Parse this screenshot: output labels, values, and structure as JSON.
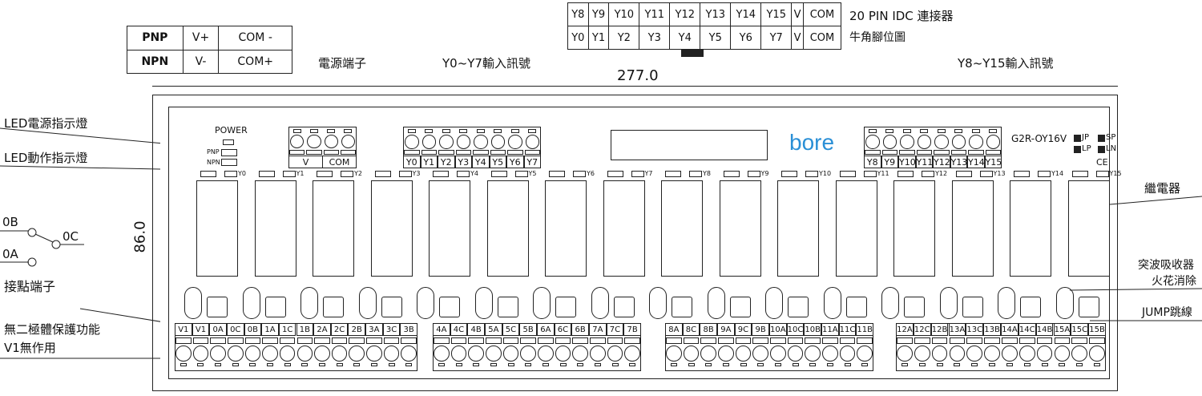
{
  "mode_table": {
    "rows": [
      [
        "PNP",
        "V+",
        "COM -"
      ],
      [
        "NPN",
        "V-",
        "COM+"
      ]
    ]
  },
  "idc_table": {
    "rows": [
      [
        "Y8",
        "Y9",
        "Y10",
        "Y11",
        "Y12",
        "Y13",
        "Y14",
        "Y15",
        "V",
        "COM"
      ],
      [
        "Y0",
        "Y1",
        "Y2",
        "Y3",
        "Y4",
        "Y5",
        "Y6",
        "Y7",
        "V",
        "COM"
      ]
    ]
  },
  "labels": {
    "idc_title": "20 PIN IDC 連接器",
    "idc_sub": "牛角腳位圖",
    "power_terminal": "電源端子",
    "y0_y7": "Y0~Y7輸入訊號",
    "y8_y15": "Y8~Y15輸入訊號",
    "width_dim": "277.0",
    "height_dim": "86.0",
    "led_power": "LED電源指示燈",
    "led_action": "LED動作指示燈",
    "contact_0b": "0B",
    "contact_0c": "0C",
    "contact_0a": "0A",
    "contact_terminal": "接點端子",
    "no_diode": "無二極體保護功能",
    "v1_note": "V1無作用",
    "relay": "繼電器",
    "surge1": "突波吸收器",
    "surge2": "火花消除",
    "jump": "JUMP跳線"
  },
  "board": {
    "power": "POWER",
    "pnp": "PNP",
    "npn": "NPN",
    "model": "G2R-OY16V",
    "brand": "bore",
    "brand_color": "#2a8fd6",
    "indicators": [
      "JP",
      "SP",
      "LP",
      "LN"
    ],
    "ce": "CE",
    "power_terms": [
      "V",
      "COM"
    ],
    "input_a": [
      "Y0",
      "Y1",
      "Y2",
      "Y3",
      "Y4",
      "Y5",
      "Y6",
      "Y7"
    ],
    "input_b": [
      "Y8",
      "Y9",
      "Y10",
      "Y11",
      "Y12",
      "Y13",
      "Y14",
      "Y15"
    ],
    "led_labels": [
      "Y0",
      "Y1",
      "Y2",
      "Y3",
      "Y4",
      "Y5",
      "Y6",
      "Y7",
      "Y8",
      "Y9",
      "Y10",
      "Y11",
      "Y12",
      "Y13",
      "Y14",
      "Y15"
    ],
    "out_blocks": [
      [
        "V1",
        "V1",
        "0A",
        "0C",
        "0B",
        "1A",
        "1C",
        "1B",
        "2A",
        "2C",
        "2B",
        "3A",
        "3C",
        "3B"
      ],
      [
        "4A",
        "4C",
        "4B",
        "5A",
        "5C",
        "5B",
        "6A",
        "6C",
        "6B",
        "7A",
        "7C",
        "7B"
      ],
      [
        "8A",
        "8C",
        "8B",
        "9A",
        "9C",
        "9B",
        "10A",
        "10C",
        "10B",
        "11A",
        "11C",
        "11B"
      ],
      [
        "12A",
        "12C",
        "12B",
        "13A",
        "13C",
        "13B",
        "14A",
        "14C",
        "14B",
        "15A",
        "15C",
        "15B"
      ]
    ]
  }
}
